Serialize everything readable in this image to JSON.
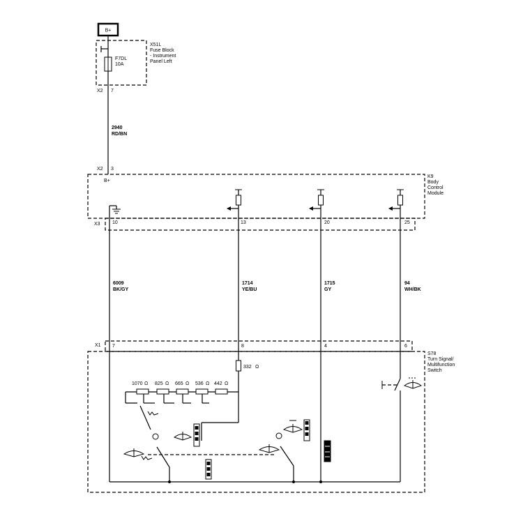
{
  "power": {
    "label": "B+"
  },
  "fuse_block": {
    "title": [
      "X51L",
      "Fuse Block",
      "- Instrument",
      "Panel Left"
    ],
    "fuse_name": "F7DL",
    "fuse_rating": "10A",
    "connector": "X2",
    "pin": "7"
  },
  "wire_2940": {
    "circuit": "2940",
    "color": "RD/BN"
  },
  "bcm": {
    "title": [
      "K9",
      "Body",
      "Control",
      "Module"
    ],
    "power_connector": "X2",
    "power_pin": "3",
    "power_label": "B+",
    "io_connector": "X3",
    "pins": [
      "10",
      "13",
      "20",
      "25"
    ]
  },
  "wires": [
    {
      "circuit": "6009",
      "color": "BK/GY"
    },
    {
      "circuit": "1714",
      "color": "YE/BU"
    },
    {
      "circuit": "1715",
      "color": "GY"
    },
    {
      "circuit": "94",
      "color": "WH/BK"
    }
  ],
  "switch": {
    "title": [
      "S78",
      "Turn Signal/",
      "Multifunction",
      "Switch"
    ],
    "connector": "X1",
    "pins": [
      "7",
      "8",
      "4",
      "6"
    ],
    "resistor_332": "332",
    "resistors": [
      "1070",
      "825",
      "665",
      "536",
      "442"
    ],
    "ohm_symbol": "Ω"
  }
}
